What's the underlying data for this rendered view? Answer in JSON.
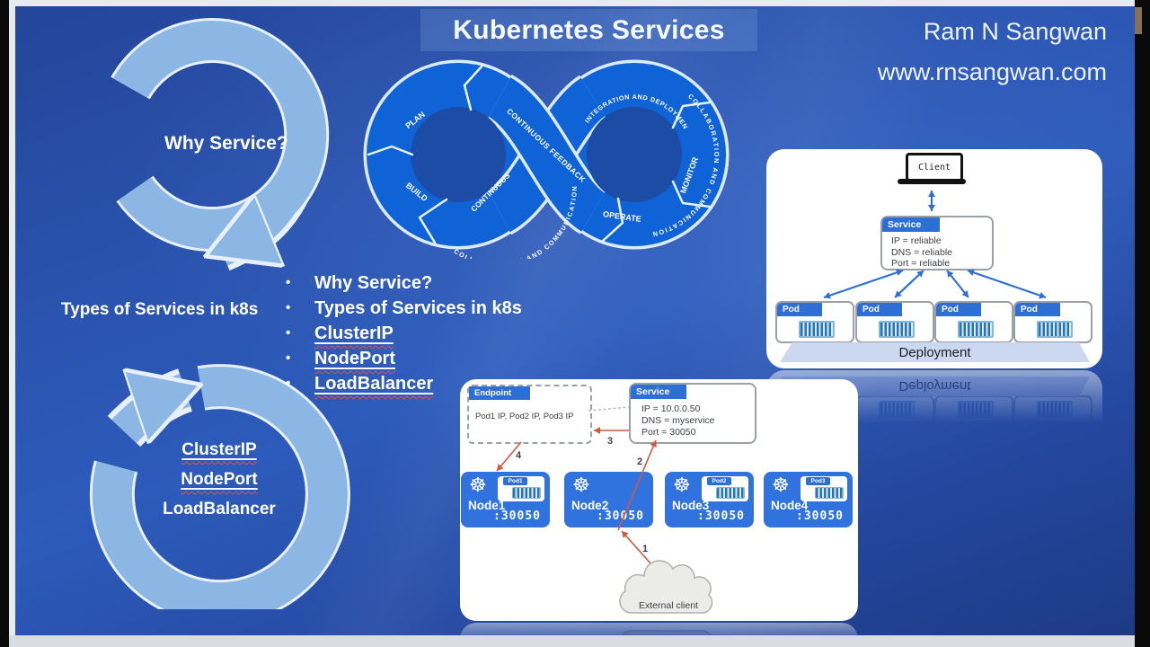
{
  "header": {
    "title": "Kubernetes Services",
    "author": "Ram N Sangwan",
    "site": "www.rnsangwan.com"
  },
  "spiral": {
    "step1": "Why Service?",
    "step2": "Types of Services in k8s",
    "items": [
      "ClusterIP",
      "NodePort",
      "LoadBalancer"
    ]
  },
  "bullets": {
    "items": [
      "Why Service?",
      "Types of Services in k8s",
      "ClusterIP",
      "NodePort",
      "LoadBalancer"
    ]
  },
  "devops": {
    "plan": "PLAN",
    "build": "BUILD",
    "continuous_feedback": "CONTINUOUS FEEDBACK",
    "continuous": "CONTINUOUS",
    "integration": "INTEGRATION AND DEPLOYMENT",
    "monitor": "MONITOR",
    "operate": "OPERATE",
    "ring": "COLLABORATION AND COMMUNICATION"
  },
  "overview": {
    "client": "Client",
    "service_tab": "Service",
    "service_lines": [
      "IP = reliable",
      "DNS = reliable",
      "Port = reliable"
    ],
    "pod_tab": "Pod",
    "deployment": "Deployment"
  },
  "nodeport": {
    "endpoint_tab": "Endpoint",
    "endpoint_text": "Pod1 IP, Pod2 IP, Pod3 IP",
    "service_tab": "Service",
    "service_lines": [
      "IP = 10.0.0.50",
      "DNS = myservice",
      "Port = 30050"
    ],
    "nodes": [
      {
        "name": "Node1",
        "pod": "Pod1",
        "port": ":30050"
      },
      {
        "name": "Node2",
        "pod": "",
        "port": ":30050"
      },
      {
        "name": "Node3",
        "pod": "Pod2",
        "port": ":30050"
      },
      {
        "name": "Node4",
        "pod": "Pod3",
        "port": ":30050"
      }
    ],
    "labels": {
      "a1": "1",
      "a2": "2",
      "a3": "3",
      "a4": "4"
    },
    "external": "External client"
  },
  "colors": {
    "accent_blue": "#2e6fd6",
    "node_blue": "#3173de",
    "ribbon_blue": "#0f63d6",
    "spiral_blue": "#8cb7e4",
    "red_arrow": "#d4573e",
    "deployment_band": "#ccd8f0"
  }
}
